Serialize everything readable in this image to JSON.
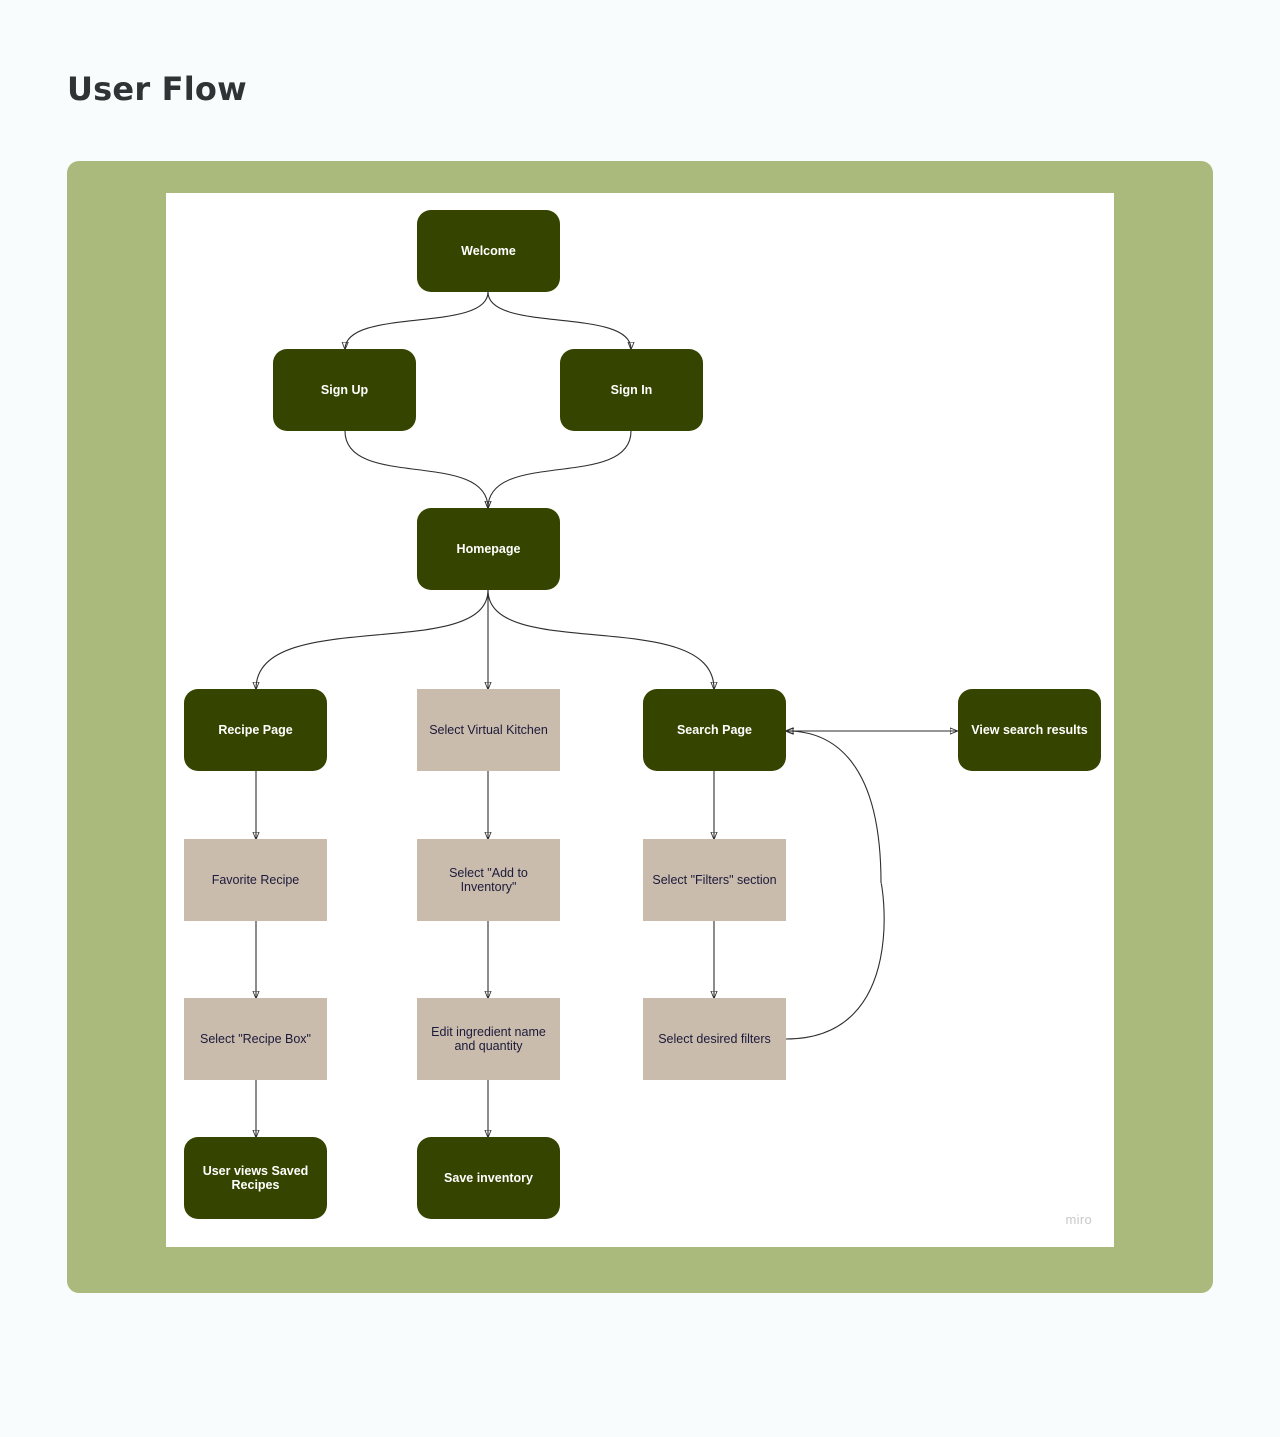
{
  "page": {
    "title": "User Flow"
  },
  "colors": {
    "frame": "#aab97c",
    "screen_node": "#354500",
    "action_node": "#c9bcad",
    "background": "#f8fcfd"
  },
  "nodes": {
    "welcome": {
      "label": "Welcome",
      "kind": "screen"
    },
    "sign_up": {
      "label": "Sign Up",
      "kind": "screen"
    },
    "sign_in": {
      "label": "Sign In",
      "kind": "screen"
    },
    "homepage": {
      "label": "Homepage",
      "kind": "screen"
    },
    "recipe_page": {
      "label": "Recipe Page",
      "kind": "screen"
    },
    "select_virtual_kitchen": {
      "label": "Select Virtual Kitchen",
      "kind": "action"
    },
    "search_page": {
      "label": "Search Page",
      "kind": "screen"
    },
    "view_search_results": {
      "label": "View search results",
      "kind": "screen"
    },
    "favorite_recipe": {
      "label": "Favorite Recipe",
      "kind": "action"
    },
    "select_add_to_inventory": {
      "label": "Select \"Add to Inventory\"",
      "kind": "action"
    },
    "select_filters_section": {
      "label": "Select \"Filters\" section",
      "kind": "action"
    },
    "select_recipe_box": {
      "label": "Select \"Recipe Box\"",
      "kind": "action"
    },
    "edit_ingredient": {
      "label": "Edit ingredient name and quantity",
      "kind": "action"
    },
    "select_desired_filters": {
      "label": "Select desired filters",
      "kind": "action"
    },
    "user_views_saved_recipes": {
      "label": "User views Saved Recipes",
      "kind": "screen"
    },
    "save_inventory": {
      "label": "Save inventory",
      "kind": "screen"
    }
  },
  "edges": [
    {
      "from": "welcome",
      "to": "sign_up"
    },
    {
      "from": "welcome",
      "to": "sign_in"
    },
    {
      "from": "sign_up",
      "to": "homepage"
    },
    {
      "from": "sign_in",
      "to": "homepage"
    },
    {
      "from": "homepage",
      "to": "recipe_page"
    },
    {
      "from": "homepage",
      "to": "select_virtual_kitchen"
    },
    {
      "from": "homepage",
      "to": "search_page"
    },
    {
      "from": "search_page",
      "to": "view_search_results",
      "bidirectional": true
    },
    {
      "from": "recipe_page",
      "to": "favorite_recipe"
    },
    {
      "from": "favorite_recipe",
      "to": "select_recipe_box"
    },
    {
      "from": "select_recipe_box",
      "to": "user_views_saved_recipes"
    },
    {
      "from": "select_virtual_kitchen",
      "to": "select_add_to_inventory"
    },
    {
      "from": "select_add_to_inventory",
      "to": "edit_ingredient"
    },
    {
      "from": "edit_ingredient",
      "to": "save_inventory"
    },
    {
      "from": "search_page",
      "to": "select_filters_section"
    },
    {
      "from": "select_filters_section",
      "to": "select_desired_filters"
    },
    {
      "from": "select_desired_filters",
      "to": "search_page"
    }
  ],
  "watermark": "miro"
}
